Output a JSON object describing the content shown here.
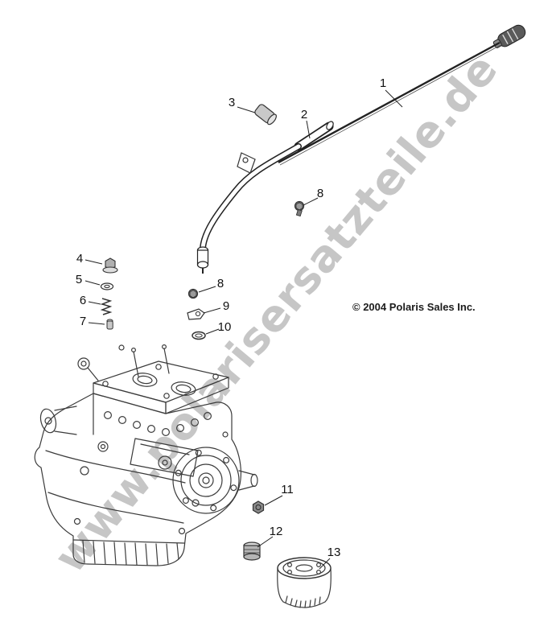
{
  "page": {
    "background": "#ffffff"
  },
  "watermark": {
    "text": "www.polarisersatzteile.de",
    "color": "#c6c6c6"
  },
  "copyright": {
    "text": "© 2004 Polaris Sales Inc."
  },
  "diagram": {
    "description": "exploded-parts-view-engine-crankcase-dipstick-oil-filter",
    "parts": [
      {
        "ref": "1",
        "shape": "dipstick"
      },
      {
        "ref": "2",
        "shape": "dipstick-tube"
      },
      {
        "ref": "3",
        "shape": "cap"
      },
      {
        "ref": "4",
        "shape": "flange-bolt"
      },
      {
        "ref": "5",
        "shape": "washer"
      },
      {
        "ref": "6",
        "shape": "spring"
      },
      {
        "ref": "7",
        "shape": "pin"
      },
      {
        "ref": "8",
        "shape": "bolt"
      },
      {
        "ref": "9",
        "shape": "bracket"
      },
      {
        "ref": "10",
        "shape": "clip"
      },
      {
        "ref": "11",
        "shape": "drain-plug"
      },
      {
        "ref": "12",
        "shape": "fitting"
      },
      {
        "ref": "13",
        "shape": "oil-filter"
      }
    ]
  },
  "callouts": [
    {
      "label": "1"
    },
    {
      "label": "2"
    },
    {
      "label": "3"
    },
    {
      "label": "4"
    },
    {
      "label": "5"
    },
    {
      "label": "6"
    },
    {
      "label": "7"
    },
    {
      "label": "8"
    },
    {
      "label": "8"
    },
    {
      "label": "9"
    },
    {
      "label": "10"
    },
    {
      "label": "11"
    },
    {
      "label": "12"
    },
    {
      "label": "13"
    }
  ]
}
